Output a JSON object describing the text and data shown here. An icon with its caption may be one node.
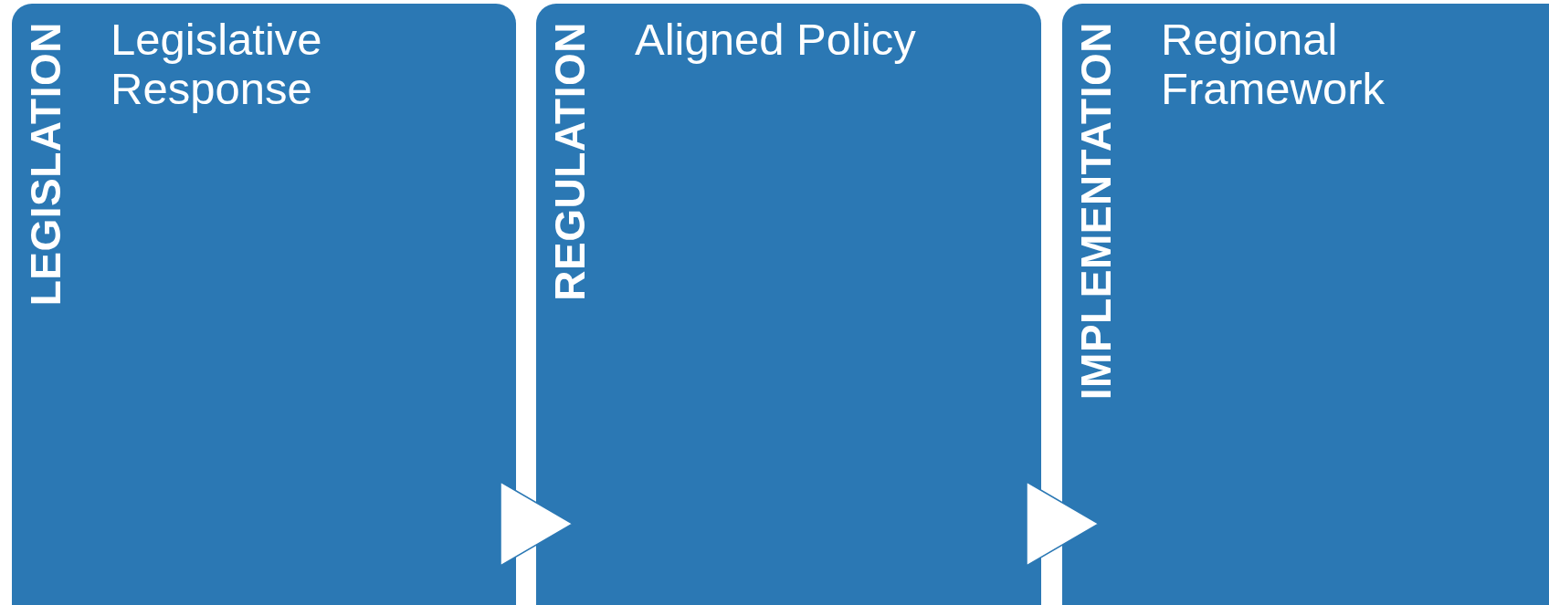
{
  "diagram": {
    "nodes": [
      {
        "text": [
          "LEGISLATION",
          "Legislative Response"
        ]
      },
      {
        "text": [
          "REGULATION",
          "Aligned Policy"
        ]
      },
      {
        "text": [
          "IMPLEMENTATION",
          "Regional Framework"
        ]
      }
    ],
    "edges": [
      {
        "from": 0,
        "to": 1,
        "arrow": "to"
      },
      {
        "from": 1,
        "to": 2,
        "arrow": "to"
      }
    ]
  }
}
